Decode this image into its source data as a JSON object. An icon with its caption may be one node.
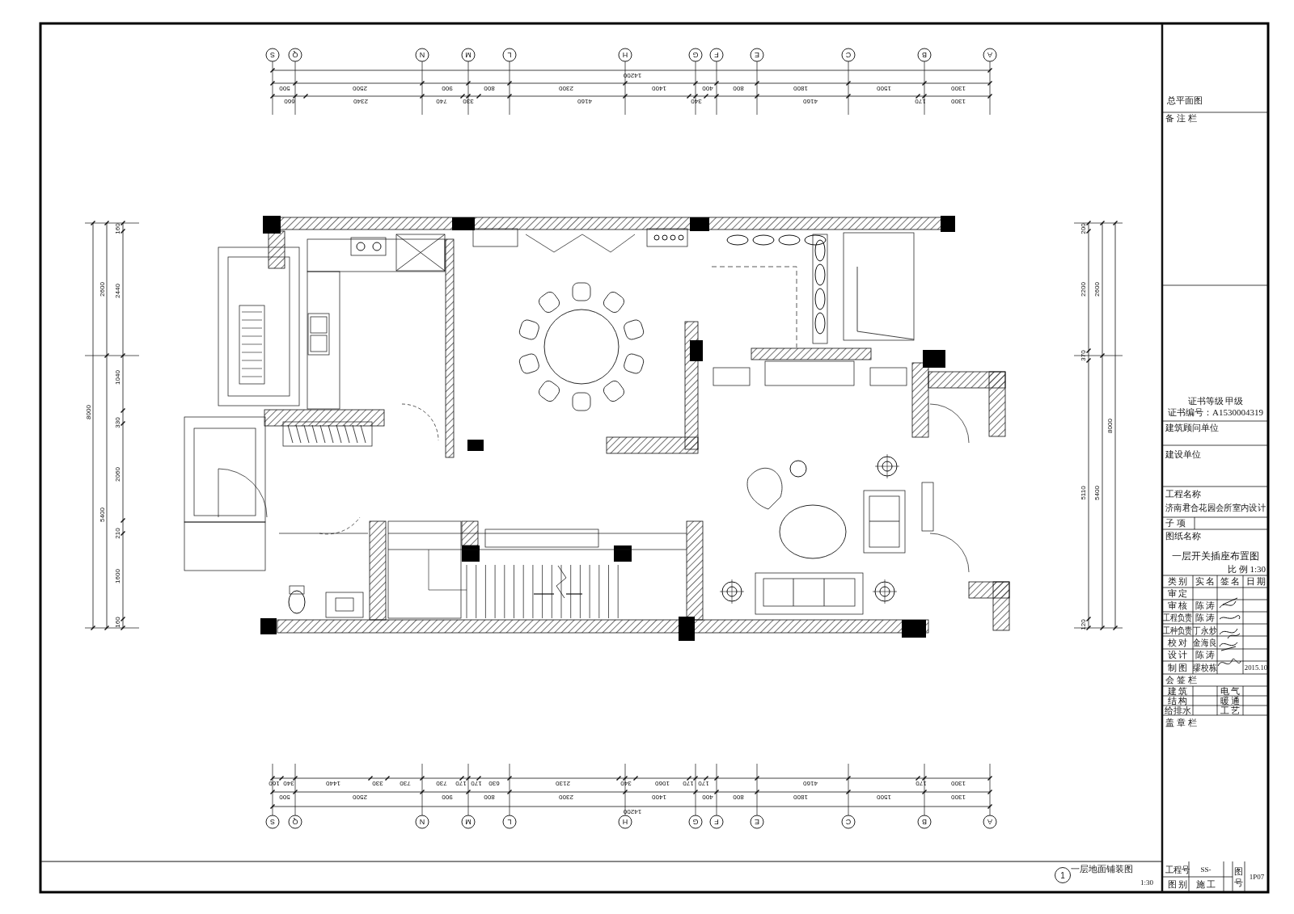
{
  "diagram": {
    "labels": [
      "S",
      "Q",
      "N",
      "M",
      "L",
      "H",
      "G",
      "F",
      "E",
      "C",
      "B",
      "A",
      "14200",
      "500",
      "2500",
      "900",
      "800",
      "2300",
      "1400",
      "400",
      "800",
      "1800",
      "1500",
      "1300",
      "660",
      "2340",
      "740",
      "330",
      "4160",
      "340",
      "4160",
      "170",
      "1300",
      "8000",
      "2600",
      "5400",
      "160",
      "2440",
      "1040",
      "330",
      "2060",
      "210",
      "1600",
      "160",
      "200",
      "2200",
      "2600",
      "370",
      "8000",
      "5110",
      "5400",
      "120",
      "160",
      "340",
      "1440",
      "330",
      "730",
      "730",
      "170",
      "170",
      "630",
      "2130",
      "340",
      "1060",
      "170",
      "170",
      "4160",
      "170",
      "1300",
      "500",
      "2500",
      "900",
      "800",
      "2300",
      "1400",
      "400",
      "800",
      "1800",
      "1500",
      "1300",
      "14200",
      "S",
      "Q",
      "N",
      "M",
      "L",
      "H",
      "G",
      "F",
      "E",
      "C",
      "B",
      "A",
      "总平面图",
      "备 注 栏",
      "证书等级 甲级",
      "证书编号：A1530004319",
      "建筑顾问单位",
      "建设单位",
      "工程名称",
      "济南君合花园会所室内设计",
      "子 项",
      "图纸名称",
      "一层开关插座布置图",
      "比 例 1:30",
      "类 别",
      "实 名",
      "签 名",
      "日 期",
      "审 定",
      "审 核",
      "陈 涛",
      "工程负责",
      "陈 涛",
      "工种负责",
      "丁永炒",
      "校 对",
      "金海良",
      "设 计",
      "陈 涛",
      "制 图",
      "缪校栋",
      "2015.10",
      "会 签 栏",
      "建 筑",
      "电 气",
      "结 构",
      "暖 通",
      "给排水",
      "工 艺",
      "盖 章 栏",
      "工程号",
      "SS-",
      "图号",
      "1P07",
      "图 别",
      "施 工",
      "1",
      "一层地面铺装图",
      "1:30"
    ]
  }
}
